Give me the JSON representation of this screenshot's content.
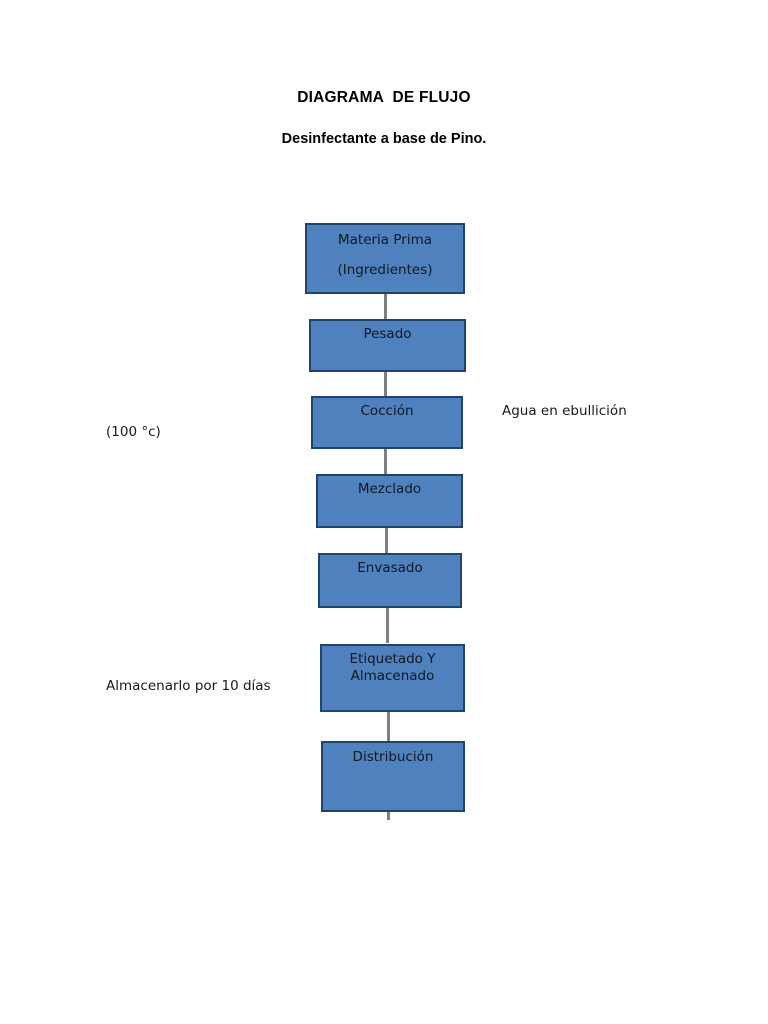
{
  "document": {
    "title_main": "DIAGRAMA  DE FLUJO",
    "title_sub": "Desinfectante a base de Pino."
  },
  "colors": {
    "box_fill": "#4E81BD",
    "box_border": "#20446E",
    "connector": "#7F7F7F",
    "text": "#111822",
    "background": "#FFFFFF"
  },
  "flowchart": {
    "type": "flowchart",
    "orientation": "vertical",
    "steps": [
      {
        "id": "materia-prima",
        "lines": [
          "Materia Prima",
          "(Ingredientes)"
        ],
        "line1": "Materia Prima",
        "line2": "(Ingredientes)"
      },
      {
        "id": "pesado",
        "lines": [
          "Pesado"
        ],
        "line1": "Pesado"
      },
      {
        "id": "coccion",
        "lines": [
          "Cocción"
        ],
        "line1": "Cocción"
      },
      {
        "id": "mezclado",
        "lines": [
          "Mezclado"
        ],
        "line1": "Mezclado"
      },
      {
        "id": "envasado",
        "lines": [
          "Envasado"
        ],
        "line1": "Envasado"
      },
      {
        "id": "etiquetado-almacenado",
        "lines": [
          "Etiquetado Y",
          "Almacenado"
        ],
        "line1": "Etiquetado Y",
        "line2": "Almacenado"
      },
      {
        "id": "distribucion",
        "lines": [
          "Distribución"
        ],
        "line1": "Distribución"
      }
    ],
    "annotations": [
      {
        "id": "temperatura",
        "text": "(100 °c)",
        "side": "left",
        "attached_to": "coccion"
      },
      {
        "id": "agua-ebullicion",
        "text": "Agua en ebullición",
        "side": "right",
        "attached_to": "coccion"
      },
      {
        "id": "almacenamiento",
        "text": "Almacenarlo por 10 días",
        "side": "left",
        "attached_to": "etiquetado-almacenado"
      }
    ]
  }
}
